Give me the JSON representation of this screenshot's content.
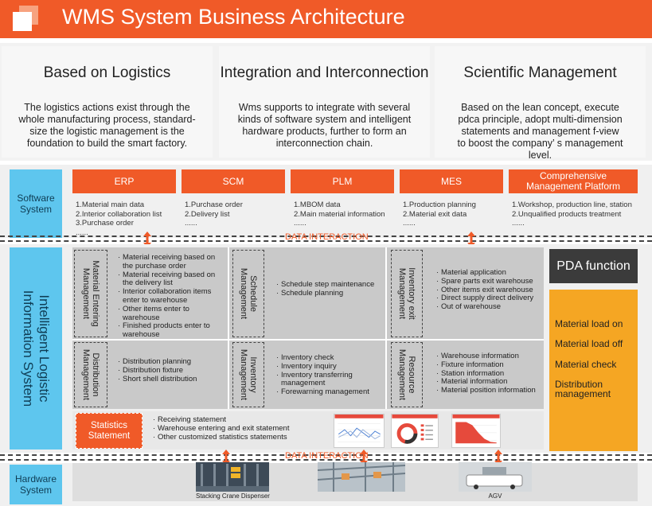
{
  "header": {
    "title": "WMS System Business Architecture"
  },
  "columns": [
    {
      "title": "Based on Logistics",
      "text": "The logistics actions exist through the whole manufacturing process, standard-size the logistic management is the foundation to build the smart factory."
    },
    {
      "title": "Integration and Interconnection",
      "text": "Wms supports to integrate with several kinds of software system and intelligent hardware products, further to form an interconnection chain."
    },
    {
      "title": "Scientific Management",
      "text": "Based on the lean concept, execute pdca principle, adopt multi-dimension statements and management f-view to boost the company’ s management level."
    }
  ],
  "software": {
    "label": "Software System",
    "systems": [
      {
        "name": "ERP",
        "items": [
          "1.Material main data",
          "2.Interior collaboration list",
          "3.Purchase order",
          "......"
        ]
      },
      {
        "name": "SCM",
        "items": [
          "1.Purchase order",
          "2.Delivery list",
          "......"
        ]
      },
      {
        "name": "PLM",
        "items": [
          "1.MBOM data",
          "2.Main material information",
          "......"
        ]
      },
      {
        "name": "MES",
        "items": [
          "1.Production planning",
          "2.Material exit data",
          "......"
        ]
      },
      {
        "name": "Comprehensive Management Platform",
        "items": [
          "1.Workshop, production line, station",
          "2.Unqualified products treatment",
          "......"
        ]
      }
    ]
  },
  "data_interaction": "DATA INTERACTION",
  "logistic": {
    "label": "Intelligent Logistic Information System",
    "modules": [
      {
        "name": "Material Entering Management",
        "items": [
          "Material receiving based on the purchase order",
          "Material receiving based on the delivery list",
          "Interior collaboration items enter to warehouse",
          "Other items enter to warehouse",
          "Finished products enter to warehouse"
        ]
      },
      {
        "name": "Schedule Management",
        "items": [
          "Schedule step maintenance",
          "Schedule planning"
        ]
      },
      {
        "name": "Inventory exit Management",
        "items": [
          "Material application",
          "Spare parts exit warehouse",
          "Other items exit warehouse",
          "Direct supply direct delivery",
          "Out of warehouse"
        ]
      },
      {
        "name": "Distribution Management",
        "items": [
          "Distribution planning",
          "Distribution fixture",
          "Short shell distribution"
        ]
      },
      {
        "name": "Inventory Management",
        "items": [
          "Inventory check",
          "Inventory inquiry",
          "Inventory transferring management",
          "Forewarning management"
        ]
      },
      {
        "name": "Resource Management",
        "items": [
          "Warehouse information",
          "Fixture information",
          "Station information",
          "Material information",
          "Material position information"
        ]
      }
    ],
    "statistics": {
      "name": "Statistics Statement",
      "items": [
        "Receiving statement",
        "Warehouse entering and exit statement",
        "Other customized statistics statements"
      ]
    }
  },
  "pda": {
    "title": "PDA function",
    "items": [
      "Material load on",
      "Material load off",
      "Material check",
      "Distribution management"
    ]
  },
  "hardware": {
    "label": "Hardware System",
    "devices": [
      {
        "caption": "Stacking Crane Dispenser"
      },
      {
        "caption": ""
      },
      {
        "caption": "AGV"
      }
    ]
  },
  "colors": {
    "accent": "#f05a28",
    "label_blue": "#5ec6ee",
    "pda_yellow": "#f5a623",
    "pda_dark": "#3b3b3b"
  }
}
